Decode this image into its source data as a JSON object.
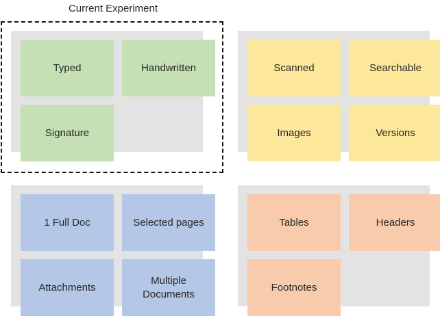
{
  "title": "Current Experiment",
  "colors": {
    "panel_gray": "#e3e3e3",
    "green": "#c5e0b4",
    "yellow": "#fde79b",
    "blue": "#b4c7e7",
    "orange": "#f8cbad",
    "text": "#262626",
    "highlight_border": "#111111",
    "background": "#ffffff"
  },
  "quadrants": [
    {
      "id": "document-content-type",
      "position": "top-left",
      "highlighted": true,
      "color": "#c5e0b4",
      "tiles": [
        {
          "label": "Typed",
          "slot": 0
        },
        {
          "label": "Handwritten",
          "slot": 1
        },
        {
          "label": "Signature",
          "slot": 2
        }
      ]
    },
    {
      "id": "document-format",
      "position": "top-right",
      "highlighted": false,
      "color": "#fde79b",
      "tiles": [
        {
          "label": "Scanned",
          "slot": 0
        },
        {
          "label": "Searchable",
          "slot": 1
        },
        {
          "label": "Images",
          "slot": 2
        },
        {
          "label": "Versions",
          "slot": 3
        }
      ]
    },
    {
      "id": "document-scope",
      "position": "bottom-left",
      "highlighted": false,
      "color": "#b4c7e7",
      "tiles": [
        {
          "label": "1 Full Doc",
          "slot": 0
        },
        {
          "label": "Selected pages",
          "slot": 1
        },
        {
          "label": "Attachments",
          "slot": 2
        },
        {
          "label": "Multiple Documents",
          "slot": 3
        }
      ]
    },
    {
      "id": "document-structure",
      "position": "bottom-right",
      "highlighted": false,
      "color": "#f8cbad",
      "tiles": [
        {
          "label": "Tables",
          "slot": 0
        },
        {
          "label": "Headers",
          "slot": 1
        },
        {
          "label": "Footnotes",
          "slot": 2
        }
      ]
    }
  ]
}
